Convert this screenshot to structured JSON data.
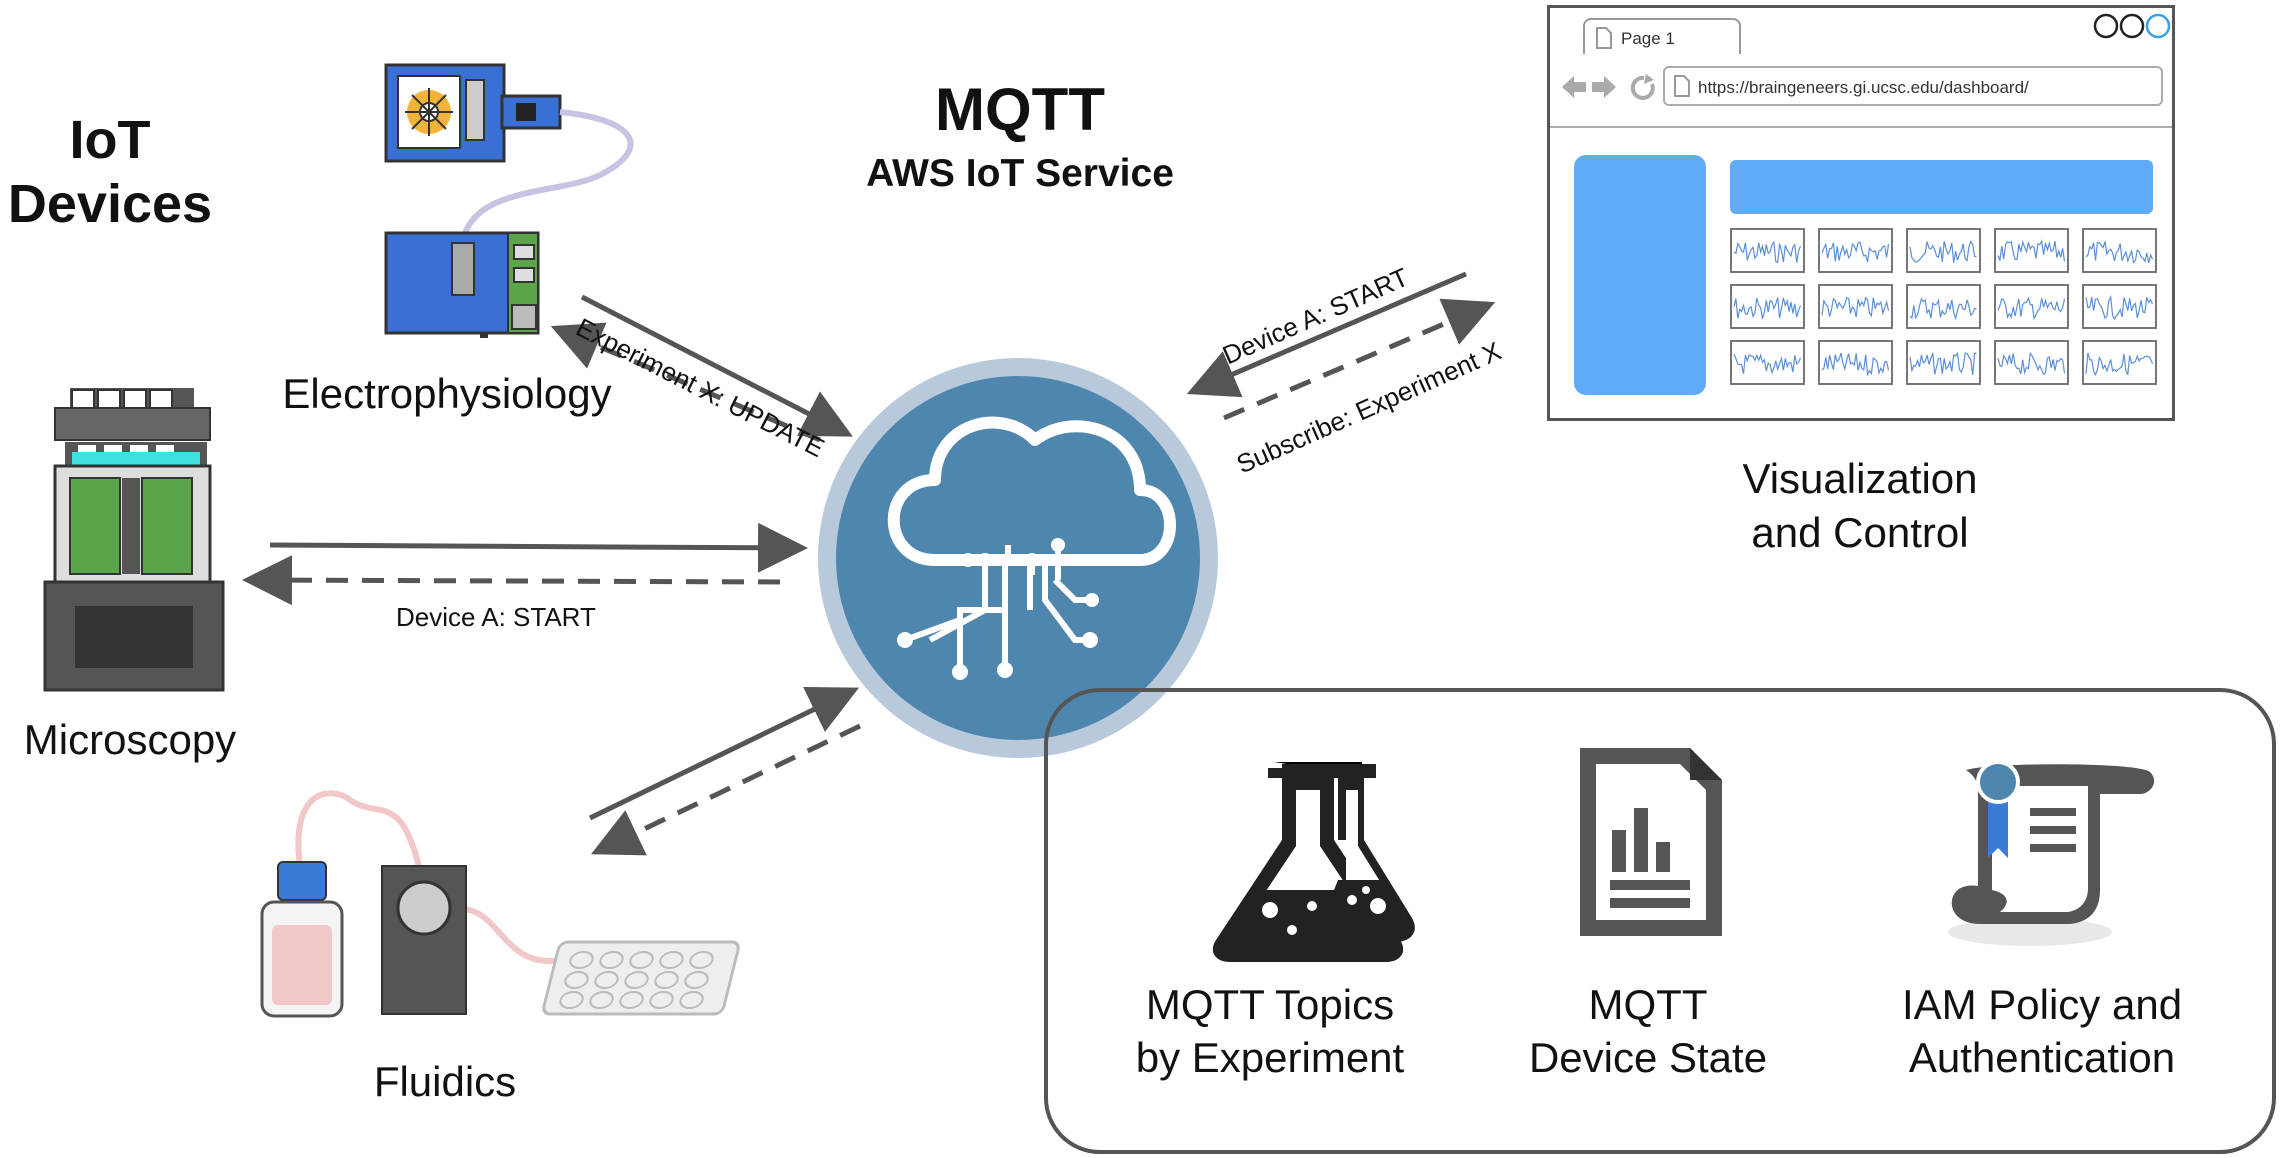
{
  "diagram": {
    "title": "MQTT",
    "subtitle": "AWS IoT Service",
    "group_label": "IoT\nDevices",
    "devices": {
      "electrophysiology": "Electrophysiology",
      "microscopy": "Microscopy",
      "fluidics": "Fluidics"
    },
    "visualization": "Visualization\nand Control",
    "arrow_labels": {
      "experiment_update": "Experiment X: UPDATE",
      "device_start_left": "Device A: START",
      "device_start_right": "Device A: START",
      "subscribe": "Subscribe: Experiment X"
    },
    "features": [
      {
        "label": "MQTT Topics\nby Experiment",
        "icon": "flasks-icon"
      },
      {
        "label": "MQTT\nDevice State",
        "icon": "document-chart-icon"
      },
      {
        "label": "IAM Policy and\nAuthentication",
        "icon": "certificate-scroll-icon"
      }
    ]
  },
  "browser": {
    "tab_title": "Page 1",
    "url": "https://braingeneers.gi.ucsc.edu/dashboard/"
  },
  "colors": {
    "cloud_blue": "#4e86ad",
    "ring": "#b8c9dc",
    "arrow": "#555555",
    "accent_blue": "#5fabf7",
    "device_blue": "#3a6fd4",
    "device_green": "#5aa44a",
    "pink": "#f2c7c7"
  }
}
